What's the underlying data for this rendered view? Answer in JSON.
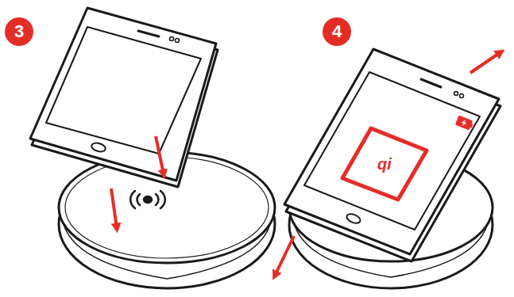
{
  "diagram": {
    "labels": [
      "3",
      "4",
      "qi"
    ]
  }
}
